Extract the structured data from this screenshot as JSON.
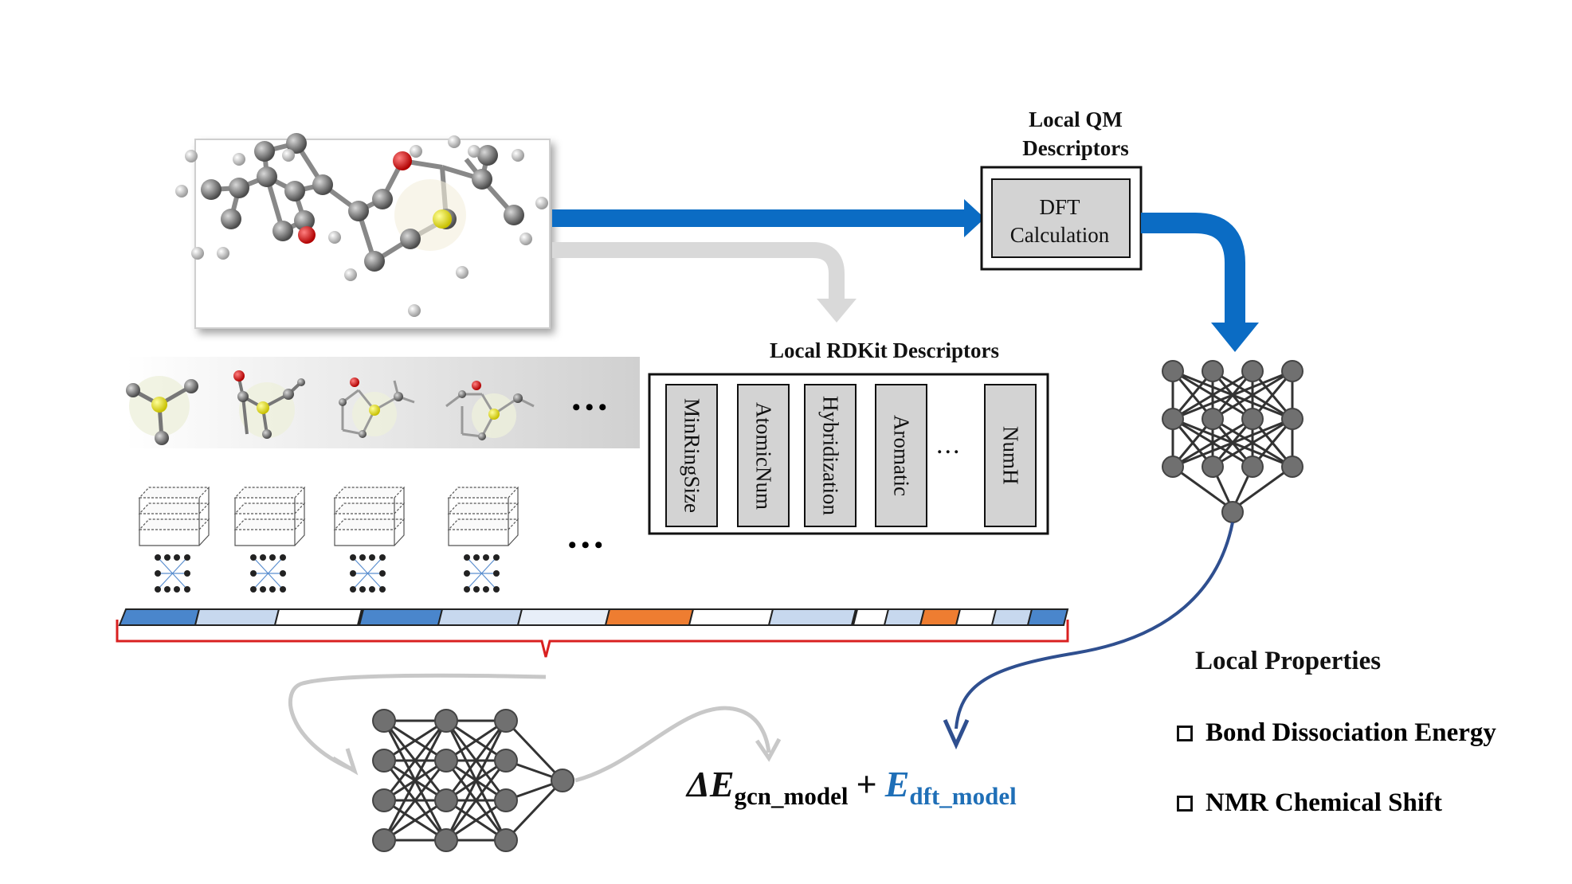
{
  "qm": {
    "title_line1": "Local QM",
    "title_line2": "Descriptors",
    "box_line1": "DFT",
    "box_line2": "Calculation"
  },
  "rdkit": {
    "title": "Local RDKit Descriptors",
    "descriptors": [
      "MinRingSize",
      "AtomicNum",
      "Hybridization",
      "Aromatic",
      "NumH"
    ],
    "ellipsis": "..."
  },
  "ellipsis_fragments": "•••",
  "ellipsis_graphs": "•••",
  "formula": {
    "delta_e": "ΔE",
    "delta_sub": "gcn_model",
    "plus": "+",
    "e": "E",
    "e_sub": "dft_model"
  },
  "local_properties": {
    "title": "Local Properties",
    "items": [
      "Bond Dissociation Energy",
      "NMR Chemical Shift"
    ]
  },
  "colors": {
    "arrow_blue": "#0b6cc4",
    "arrow_gray": "#d9d9d9",
    "curve_navy": "#2f4f8f",
    "orange": "#ee7d31",
    "brace_red": "#d92020",
    "node_gray": "#707070",
    "formula_blue": "#1f6fb7"
  }
}
